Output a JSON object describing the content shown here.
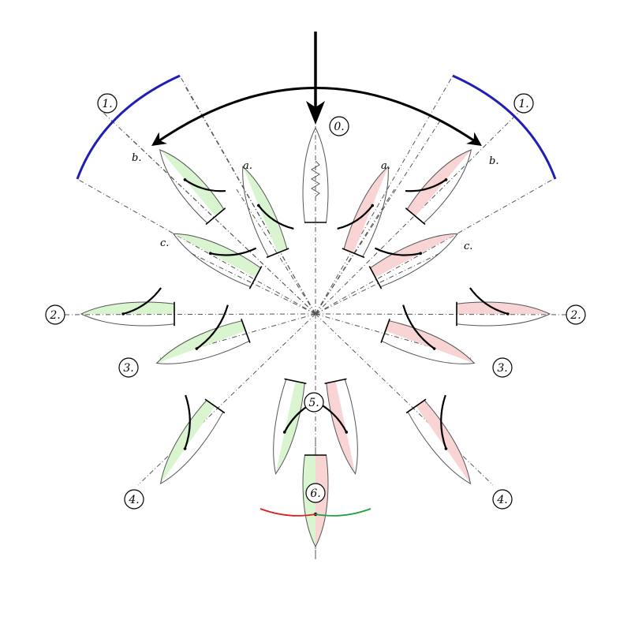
{
  "diagram": {
    "labels": {
      "pos0": "0.",
      "pos1_left": "1.",
      "pos1_right": "1.",
      "pos2_left": "2.",
      "pos2_right": "2.",
      "pos3_left": "3.",
      "pos3_right": "3.",
      "pos4_left": "4.",
      "pos4_right": "4.",
      "pos5": "5.",
      "pos6": "6.",
      "a_left": "a.",
      "a_right": "a.",
      "b_left": "b.",
      "b_right": "b.",
      "c_left": "c.",
      "c_right": "c."
    },
    "colors": {
      "port_tack_fill": "#d8f5d0",
      "starboard_tack_fill": "#f8d4d4",
      "no_go_arc": "#1f1fb5",
      "wind_arrow": "#000000",
      "sail": "#000000",
      "arc_red": "#e02020",
      "arc_green": "#20a040"
    }
  }
}
